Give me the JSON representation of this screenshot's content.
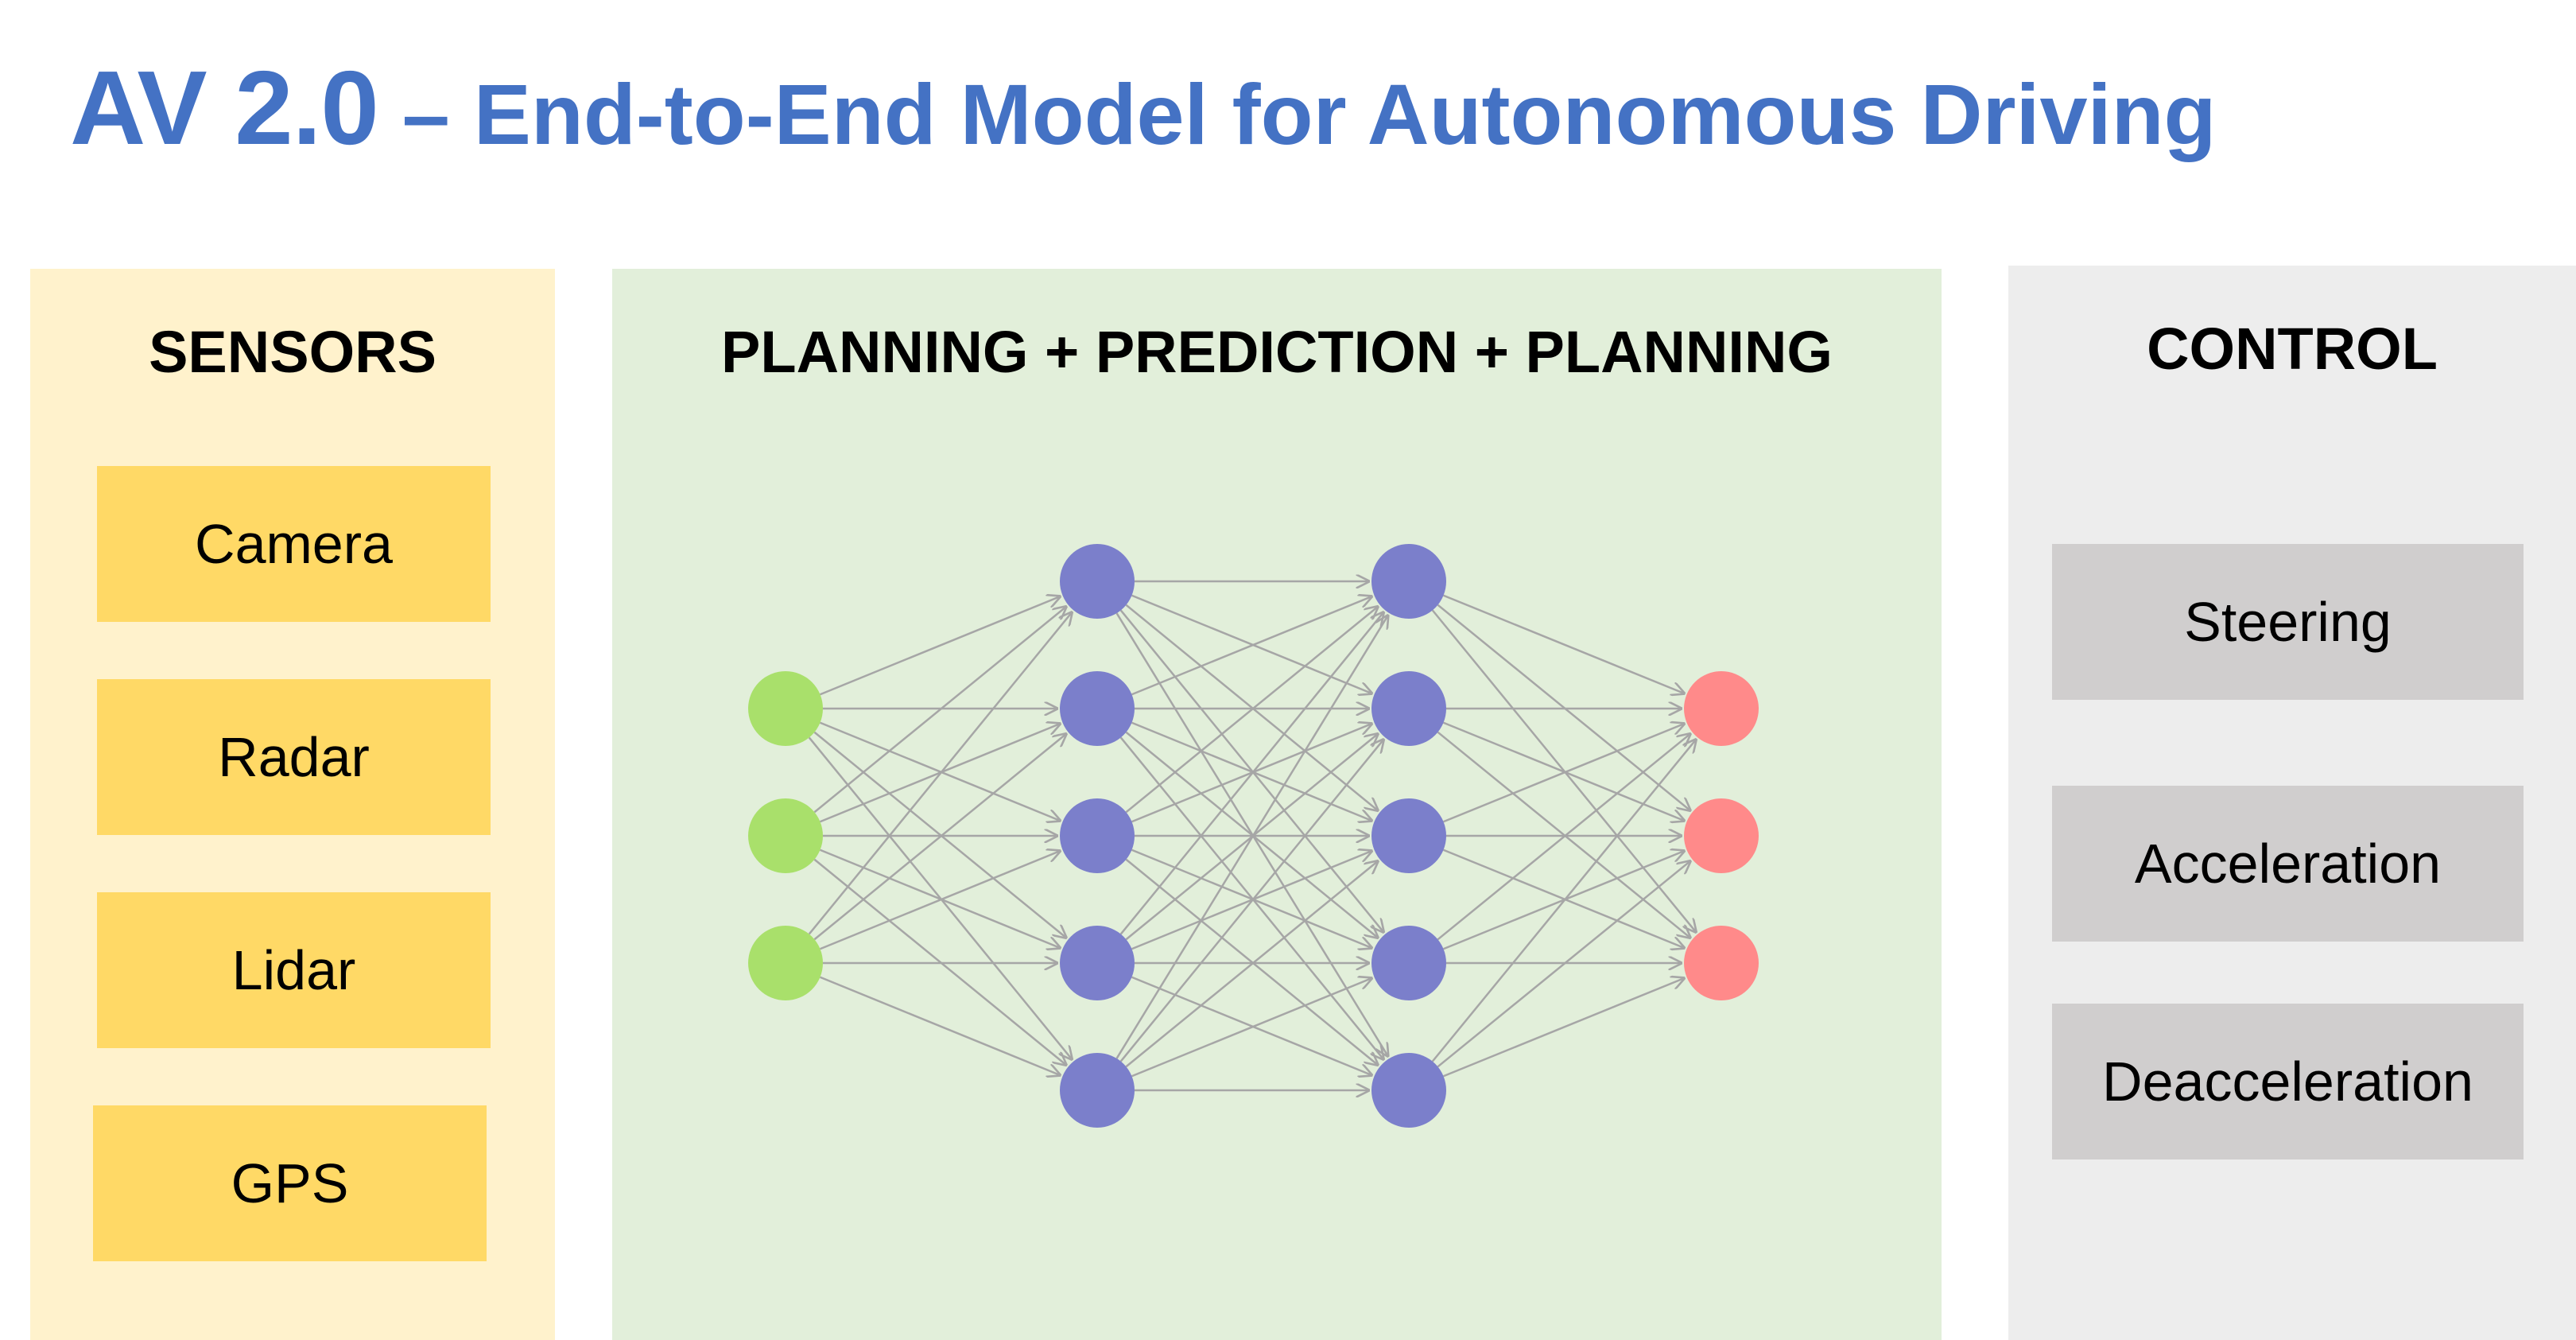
{
  "title": {
    "main": "AV 2.0",
    "sub": " – End-to-End Model for Autonomous Driving"
  },
  "sensors": {
    "heading": "SENSORS",
    "items": [
      "Camera",
      "Radar",
      "Lidar",
      "GPS"
    ]
  },
  "core": {
    "heading": "PLANNING + PREDICTION + PLANNING"
  },
  "control": {
    "heading": "CONTROL",
    "items": [
      "Steering",
      "Acceleration",
      "Deacceleration"
    ]
  },
  "network": {
    "layers": [
      3,
      5,
      5,
      3
    ],
    "layer_colors": [
      "#a9e06b",
      "#7b7fcb",
      "#7b7fcb",
      "#ff8a8a"
    ],
    "edge_color": "#a6a6a6"
  },
  "colors": {
    "title": "#4472c4",
    "sensors_panel": "#fff2cc",
    "sensor_box": "#ffd966",
    "core_panel": "#e2efda",
    "control_panel": "#ededed",
    "control_box": "#d0cece"
  }
}
